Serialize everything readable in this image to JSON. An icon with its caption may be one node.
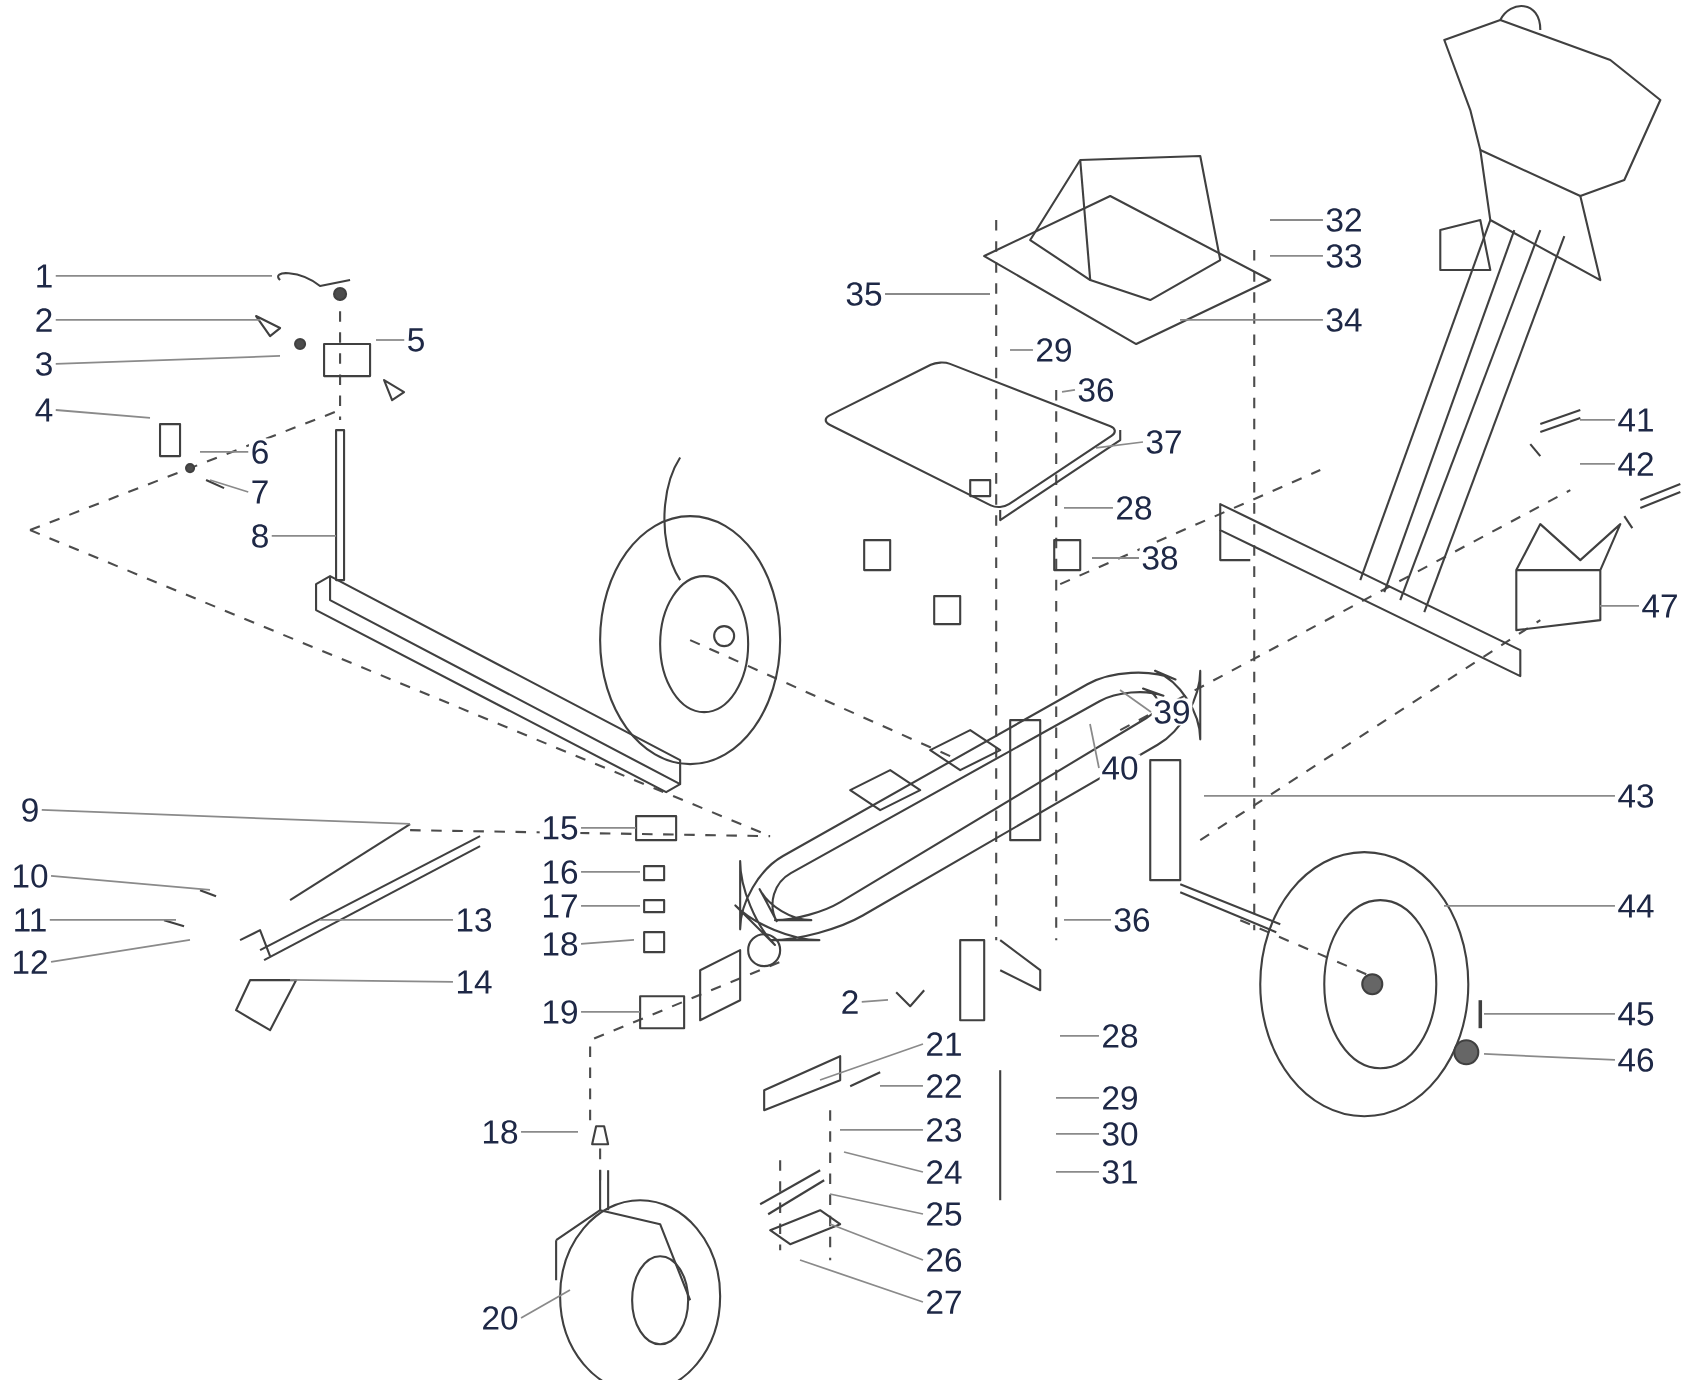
{
  "diagram": {
    "nodes": [
      {
        "text": [
          "1"
        ]
      },
      {
        "text": [
          "2"
        ]
      },
      {
        "text": [
          "3"
        ]
      },
      {
        "text": [
          "4"
        ]
      },
      {
        "text": [
          "5"
        ]
      },
      {
        "text": [
          "6"
        ]
      },
      {
        "text": [
          "7"
        ]
      },
      {
        "text": [
          "8"
        ]
      },
      {
        "text": [
          "9"
        ]
      },
      {
        "text": [
          "10"
        ]
      },
      {
        "text": [
          "11"
        ]
      },
      {
        "text": [
          "12"
        ]
      },
      {
        "text": [
          "13"
        ]
      },
      {
        "text": [
          "14"
        ]
      },
      {
        "text": [
          "15"
        ]
      },
      {
        "text": [
          "16"
        ]
      },
      {
        "text": [
          "17"
        ]
      },
      {
        "text": [
          "18"
        ]
      },
      {
        "text": [
          "19"
        ]
      },
      {
        "text": [
          "18"
        ]
      },
      {
        "text": [
          "20"
        ]
      },
      {
        "text": [
          "35"
        ]
      },
      {
        "text": [
          "32"
        ]
      },
      {
        "text": [
          "33"
        ]
      },
      {
        "text": [
          "34"
        ]
      },
      {
        "text": [
          "29"
        ]
      },
      {
        "text": [
          "36"
        ]
      },
      {
        "text": [
          "37"
        ]
      },
      {
        "text": [
          "28"
        ]
      },
      {
        "text": [
          "38"
        ]
      },
      {
        "text": [
          "41"
        ]
      },
      {
        "text": [
          "42"
        ]
      },
      {
        "text": [
          "47"
        ]
      },
      {
        "text": [
          "39"
        ]
      },
      {
        "text": [
          "40"
        ]
      },
      {
        "text": [
          "43"
        ]
      },
      {
        "text": [
          "44"
        ]
      },
      {
        "text": [
          "36"
        ]
      },
      {
        "text": [
          "2"
        ]
      },
      {
        "text": [
          "45"
        ]
      },
      {
        "text": [
          "46"
        ]
      },
      {
        "text": [
          "21"
        ]
      },
      {
        "text": [
          "28"
        ]
      },
      {
        "text": [
          "22"
        ]
      },
      {
        "text": [
          "29"
        ]
      },
      {
        "text": [
          "23"
        ]
      },
      {
        "text": [
          "30"
        ]
      },
      {
        "text": [
          "24"
        ]
      },
      {
        "text": [
          "31"
        ]
      },
      {
        "text": [
          "25"
        ]
      },
      {
        "text": [
          "26"
        ]
      },
      {
        "text": [
          "27"
        ]
      }
    ],
    "edges": [
      {
        "from": 0,
        "to": null,
        "arrow": "none"
      },
      {
        "from": 1,
        "to": null,
        "arrow": "none"
      },
      {
        "from": 2,
        "to": null,
        "arrow": "none"
      },
      {
        "from": 3,
        "to": null,
        "arrow": "none"
      },
      {
        "from": 4,
        "to": null,
        "arrow": "none"
      },
      {
        "from": 5,
        "to": null,
        "arrow": "none"
      },
      {
        "from": 6,
        "to": null,
        "arrow": "none"
      },
      {
        "from": 7,
        "to": null,
        "arrow": "none"
      },
      {
        "from": 8,
        "to": null,
        "arrow": "none"
      },
      {
        "from": 9,
        "to": null,
        "arrow": "none"
      },
      {
        "from": 10,
        "to": null,
        "arrow": "none"
      },
      {
        "from": 11,
        "to": null,
        "arrow": "none"
      },
      {
        "from": 12,
        "to": null,
        "arrow": "none"
      },
      {
        "from": 13,
        "to": null,
        "arrow": "none"
      },
      {
        "from": 14,
        "to": null,
        "arrow": "none"
      },
      {
        "from": 15,
        "to": null,
        "arrow": "none"
      },
      {
        "from": 16,
        "to": null,
        "arrow": "none"
      },
      {
        "from": 17,
        "to": null,
        "arrow": "none"
      },
      {
        "from": 18,
        "to": null,
        "arrow": "none"
      },
      {
        "from": 19,
        "to": null,
        "arrow": "none"
      },
      {
        "from": 20,
        "to": null,
        "arrow": "none"
      },
      {
        "from": 21,
        "to": null,
        "arrow": "none"
      },
      {
        "from": 22,
        "to": null,
        "arrow": "none"
      },
      {
        "from": 23,
        "to": null,
        "arrow": "none"
      },
      {
        "from": 24,
        "to": null,
        "arrow": "none"
      },
      {
        "from": 25,
        "to": null,
        "arrow": "none"
      },
      {
        "from": 26,
        "to": null,
        "arrow": "none"
      },
      {
        "from": 27,
        "to": null,
        "arrow": "none"
      },
      {
        "from": 28,
        "to": null,
        "arrow": "none"
      },
      {
        "from": 29,
        "to": null,
        "arrow": "none"
      },
      {
        "from": 30,
        "to": null,
        "arrow": "none"
      },
      {
        "from": 31,
        "to": null,
        "arrow": "none"
      },
      {
        "from": 32,
        "to": null,
        "arrow": "none"
      },
      {
        "from": 33,
        "to": null,
        "arrow": "none"
      },
      {
        "from": 34,
        "to": null,
        "arrow": "none"
      },
      {
        "from": 35,
        "to": null,
        "arrow": "none"
      },
      {
        "from": 36,
        "to": null,
        "arrow": "none"
      },
      {
        "from": 37,
        "to": null,
        "arrow": "none"
      },
      {
        "from": 38,
        "to": null,
        "arrow": "none"
      },
      {
        "from": 39,
        "to": null,
        "arrow": "none"
      },
      {
        "from": 40,
        "to": null,
        "arrow": "none"
      },
      {
        "from": 41,
        "to": null,
        "arrow": "none"
      },
      {
        "from": 42,
        "to": null,
        "arrow": "none"
      },
      {
        "from": 43,
        "to": null,
        "arrow": "none"
      },
      {
        "from": 44,
        "to": null,
        "arrow": "none"
      },
      {
        "from": 45,
        "to": null,
        "arrow": "none"
      },
      {
        "from": 46,
        "to": null,
        "arrow": "none"
      },
      {
        "from": 47,
        "to": null,
        "arrow": "none"
      },
      {
        "from": 48,
        "to": null,
        "arrow": "none"
      },
      {
        "from": 49,
        "to": null,
        "arrow": "none"
      },
      {
        "from": 50,
        "to": null,
        "arrow": "none"
      },
      {
        "from": 51,
        "to": null,
        "arrow": "none"
      }
    ]
  }
}
